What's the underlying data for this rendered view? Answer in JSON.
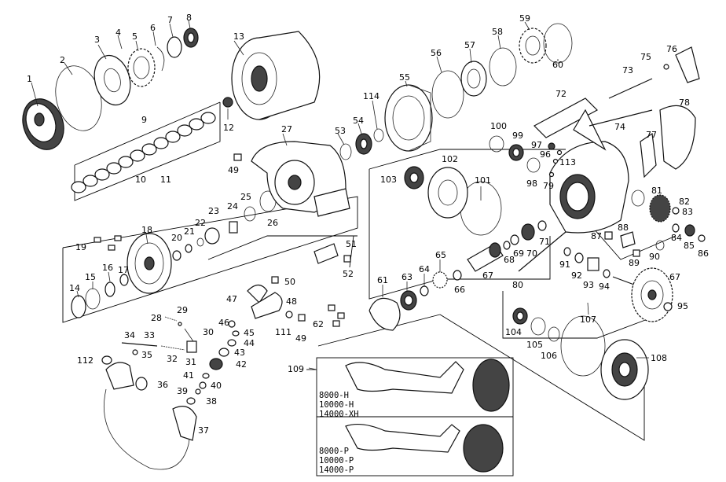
{
  "labels": [
    {
      "id": "p1",
      "text": "1"
    },
    {
      "id": "p2",
      "text": "2"
    },
    {
      "id": "p3",
      "text": "3"
    },
    {
      "id": "p4",
      "text": "4"
    },
    {
      "id": "p5",
      "text": "5"
    },
    {
      "id": "p6",
      "text": "6"
    },
    {
      "id": "p7",
      "text": "7"
    },
    {
      "id": "p8",
      "text": "8"
    },
    {
      "id": "p9",
      "text": "9"
    },
    {
      "id": "p10",
      "text": "10"
    },
    {
      "id": "p11",
      "text": "11"
    },
    {
      "id": "p12",
      "text": "12"
    },
    {
      "id": "p13",
      "text": "13"
    },
    {
      "id": "p14",
      "text": "14"
    },
    {
      "id": "p15",
      "text": "15"
    },
    {
      "id": "p16",
      "text": "16"
    },
    {
      "id": "p17",
      "text": "17"
    },
    {
      "id": "p18",
      "text": "18"
    },
    {
      "id": "p19",
      "text": "19"
    },
    {
      "id": "p20",
      "text": "20"
    },
    {
      "id": "p21",
      "text": "21"
    },
    {
      "id": "p22",
      "text": "22"
    },
    {
      "id": "p23",
      "text": "23"
    },
    {
      "id": "p24",
      "text": "24"
    },
    {
      "id": "p25",
      "text": "25"
    },
    {
      "id": "p26",
      "text": "26"
    },
    {
      "id": "p27",
      "text": "27"
    },
    {
      "id": "p28",
      "text": "28"
    },
    {
      "id": "p29",
      "text": "29"
    },
    {
      "id": "p30",
      "text": "30"
    },
    {
      "id": "p31",
      "text": "31"
    },
    {
      "id": "p32",
      "text": "32"
    },
    {
      "id": "p33",
      "text": "33"
    },
    {
      "id": "p34",
      "text": "34"
    },
    {
      "id": "p35",
      "text": "35"
    },
    {
      "id": "p36",
      "text": "36"
    },
    {
      "id": "p37",
      "text": "37"
    },
    {
      "id": "p38",
      "text": "38"
    },
    {
      "id": "p39",
      "text": "39"
    },
    {
      "id": "p40",
      "text": "40"
    },
    {
      "id": "p41",
      "text": "41"
    },
    {
      "id": "p42",
      "text": "42"
    },
    {
      "id": "p43",
      "text": "43"
    },
    {
      "id": "p44",
      "text": "44"
    },
    {
      "id": "p45",
      "text": "45"
    },
    {
      "id": "p46",
      "text": "46"
    },
    {
      "id": "p47",
      "text": "47"
    },
    {
      "id": "p48",
      "text": "48"
    },
    {
      "id": "p49a",
      "text": "49"
    },
    {
      "id": "p49b",
      "text": "49"
    },
    {
      "id": "p50",
      "text": "50"
    },
    {
      "id": "p51",
      "text": "51"
    },
    {
      "id": "p52",
      "text": "52"
    },
    {
      "id": "p53",
      "text": "53"
    },
    {
      "id": "p54",
      "text": "54"
    },
    {
      "id": "p55",
      "text": "55"
    },
    {
      "id": "p56",
      "text": "56"
    },
    {
      "id": "p57",
      "text": "57"
    },
    {
      "id": "p58",
      "text": "58"
    },
    {
      "id": "p59",
      "text": "59"
    },
    {
      "id": "p60",
      "text": "60"
    },
    {
      "id": "p61",
      "text": "61"
    },
    {
      "id": "p62",
      "text": "62"
    },
    {
      "id": "p63",
      "text": "63"
    },
    {
      "id": "p64",
      "text": "64"
    },
    {
      "id": "p65",
      "text": "65"
    },
    {
      "id": "p66",
      "text": "66"
    },
    {
      "id": "p67a",
      "text": "67"
    },
    {
      "id": "p67b",
      "text": "67"
    },
    {
      "id": "p68",
      "text": "68"
    },
    {
      "id": "p69",
      "text": "69"
    },
    {
      "id": "p70",
      "text": "70"
    },
    {
      "id": "p71",
      "text": "71"
    },
    {
      "id": "p72",
      "text": "72"
    },
    {
      "id": "p73",
      "text": "73"
    },
    {
      "id": "p74",
      "text": "74"
    },
    {
      "id": "p75",
      "text": "75"
    },
    {
      "id": "p76",
      "text": "76"
    },
    {
      "id": "p77",
      "text": "77"
    },
    {
      "id": "p78",
      "text": "78"
    },
    {
      "id": "p79",
      "text": "79"
    },
    {
      "id": "p80",
      "text": "80"
    },
    {
      "id": "p81",
      "text": "81"
    },
    {
      "id": "p82",
      "text": "82"
    },
    {
      "id": "p83",
      "text": "83"
    },
    {
      "id": "p84",
      "text": "84"
    },
    {
      "id": "p85",
      "text": "85"
    },
    {
      "id": "p86",
      "text": "86"
    },
    {
      "id": "p87",
      "text": "87"
    },
    {
      "id": "p88",
      "text": "88"
    },
    {
      "id": "p89",
      "text": "89"
    },
    {
      "id": "p90",
      "text": "90"
    },
    {
      "id": "p91",
      "text": "91"
    },
    {
      "id": "p92",
      "text": "92"
    },
    {
      "id": "p93",
      "text": "93"
    },
    {
      "id": "p94",
      "text": "94"
    },
    {
      "id": "p95",
      "text": "95"
    },
    {
      "id": "p96",
      "text": "96"
    },
    {
      "id": "p97",
      "text": "97"
    },
    {
      "id": "p98",
      "text": "98"
    },
    {
      "id": "p99",
      "text": "99"
    },
    {
      "id": "p100",
      "text": "100"
    },
    {
      "id": "p101",
      "text": "101"
    },
    {
      "id": "p102",
      "text": "102"
    },
    {
      "id": "p103",
      "text": "103"
    },
    {
      "id": "p104",
      "text": "104"
    },
    {
      "id": "p105",
      "text": "105"
    },
    {
      "id": "p106",
      "text": "106"
    },
    {
      "id": "p107",
      "text": "107"
    },
    {
      "id": "p108",
      "text": "108"
    },
    {
      "id": "p109",
      "text": "109"
    },
    {
      "id": "p111",
      "text": "111"
    },
    {
      "id": "p112",
      "text": "112"
    },
    {
      "id": "p113",
      "text": "113"
    },
    {
      "id": "p114",
      "text": "114"
    }
  ],
  "handle_box": {
    "label": "109",
    "models_top": [
      "8000-H",
      "10000-H",
      "14000-XH"
    ],
    "models_bottom": [
      "8000-P",
      "10000-P",
      "14000-P"
    ]
  }
}
